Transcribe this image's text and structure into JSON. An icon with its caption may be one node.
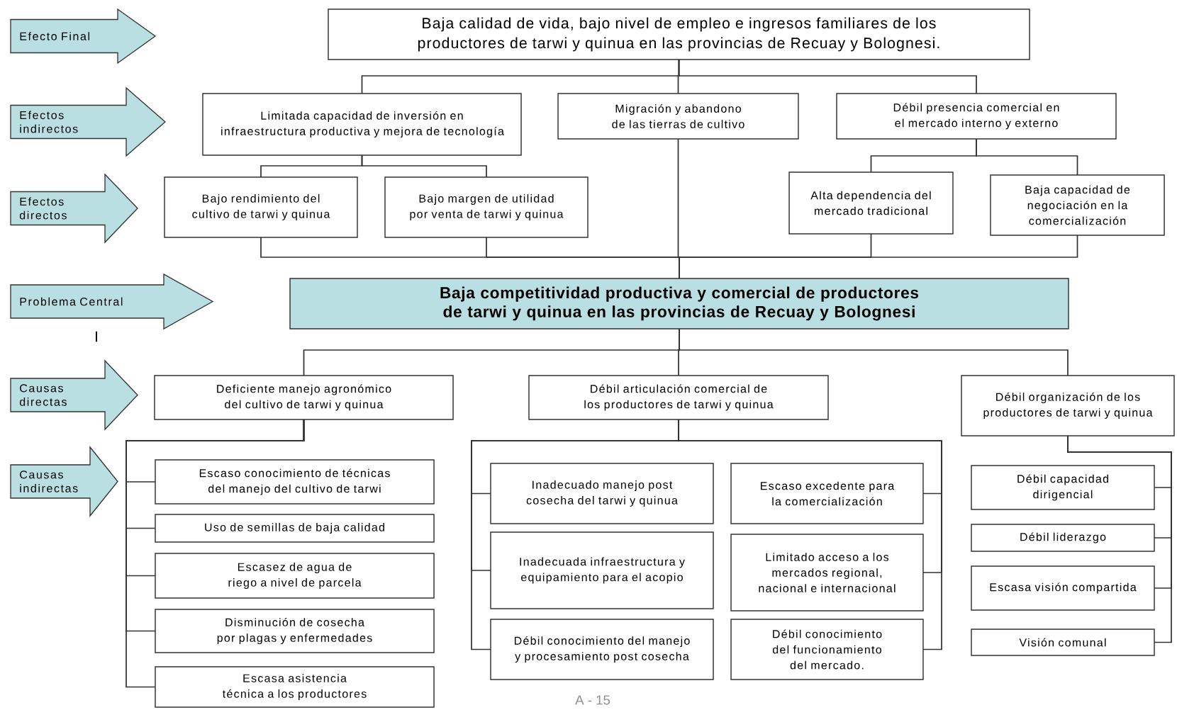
{
  "diagram": {
    "nodes": [
      {
        "text": [
          "Efecto Final"
        ]
      },
      {
        "text": [
          "Efectos indirectos"
        ]
      },
      {
        "text": [
          "Efectos directos"
        ]
      },
      {
        "text": [
          "Problema Central"
        ]
      },
      {
        "text": [
          "Causas directas"
        ]
      },
      {
        "text": [
          "Causas indirectas"
        ]
      },
      {
        "text": [
          "Baja calidad de vida, bajo nivel de empleo e ingresos familiares de los productores de tarwi  y quinua en las provincias de Recuay y Bolognesi."
        ]
      },
      {
        "text": [
          "Limitada capacidad de inversión en infraestructura productiva y mejora de tecnología"
        ]
      },
      {
        "text": [
          "Migración y abandono de las tierras de cultivo"
        ]
      },
      {
        "text": [
          "Débil presencia comercial en el mercado interno y externo"
        ]
      },
      {
        "text": [
          "Bajo rendimiento del cultivo de tarwi y quinua"
        ]
      },
      {
        "text": [
          "Bajo margen de utilidad por venta de tarwi y quinua"
        ]
      },
      {
        "text": [
          "Alta dependencia del mercado tradicional"
        ]
      },
      {
        "text": [
          "Baja capacidad de negociación en la comercialización"
        ]
      },
      {
        "text": [
          "Baja competitividad productiva y comercial de productores de tarwi y quinua en las provincias de Recuay y Bolognesi"
        ]
      },
      {
        "text": [
          "Deficiente  manejo agronómico del cultivo de tarwi y quinua"
        ]
      },
      {
        "text": [
          "Débil articulación  comercial de los productores de tarwi y quinua"
        ]
      },
      {
        "text": [
          "Débil organización de los productores de tarwi y quinua"
        ]
      },
      {
        "text": [
          "Escaso conocimiento de técnicas del manejo del cultivo de tarwi"
        ]
      },
      {
        "text": [
          "Uso de semillas de baja calidad"
        ]
      },
      {
        "text": [
          "Escasez de agua de riego a nivel de parcela"
        ]
      },
      {
        "text": [
          "Disminución de cosecha por plagas y enfermedades"
        ]
      },
      {
        "text": [
          "Escasa asistencia técnica a los productores"
        ]
      },
      {
        "text": [
          "Inadecuado manejo post cosecha del tarwi y quinua"
        ]
      },
      {
        "text": [
          "Inadecuada infraestructura y equipamiento para el acopio"
        ]
      },
      {
        "text": [
          "Débil conocimiento del manejo y procesamiento post cosecha"
        ]
      },
      {
        "text": [
          "Escaso excedente para la comercialización"
        ]
      },
      {
        "text": [
          "Limitado acceso a los mercados regional, nacional e internacional"
        ]
      },
      {
        "text": [
          "Débil conocimiento del funcionamiento del mercado."
        ]
      },
      {
        "text": [
          "Débil capacidad dirigencial"
        ]
      },
      {
        "text": [
          "Débil liderazgo"
        ]
      },
      {
        "text": [
          "Escasa visión compartida"
        ]
      },
      {
        "text": [
          "Visión comunal"
        ]
      }
    ],
    "edges": [
      {
        "from": 6,
        "to": 7,
        "arrow": "none"
      },
      {
        "from": 6,
        "to": 8,
        "arrow": "none"
      },
      {
        "from": 6,
        "to": 9,
        "arrow": "none"
      },
      {
        "from": 7,
        "to": 10,
        "arrow": "none"
      },
      {
        "from": 7,
        "to": 11,
        "arrow": "none"
      },
      {
        "from": 9,
        "to": 12,
        "arrow": "none"
      },
      {
        "from": 9,
        "to": 13,
        "arrow": "none"
      },
      {
        "from": 10,
        "to": 14,
        "arrow": "none"
      },
      {
        "from": 11,
        "to": 14,
        "arrow": "none"
      },
      {
        "from": 8,
        "to": 14,
        "arrow": "none"
      },
      {
        "from": 12,
        "to": 14,
        "arrow": "none"
      },
      {
        "from": 13,
        "to": 14,
        "arrow": "none"
      },
      {
        "from": 14,
        "to": 15,
        "arrow": "none"
      },
      {
        "from": 14,
        "to": 16,
        "arrow": "none"
      },
      {
        "from": 14,
        "to": 17,
        "arrow": "none"
      },
      {
        "from": 15,
        "to": 18,
        "arrow": "none"
      },
      {
        "from": 15,
        "to": 19,
        "arrow": "none"
      },
      {
        "from": 15,
        "to": 20,
        "arrow": "none"
      },
      {
        "from": 15,
        "to": 21,
        "arrow": "none"
      },
      {
        "from": 15,
        "to": 22,
        "arrow": "none"
      },
      {
        "from": 16,
        "to": 23,
        "arrow": "none"
      },
      {
        "from": 16,
        "to": 24,
        "arrow": "none"
      },
      {
        "from": 16,
        "to": 25,
        "arrow": "none"
      },
      {
        "from": 16,
        "to": 26,
        "arrow": "none"
      },
      {
        "from": 16,
        "to": 27,
        "arrow": "none"
      },
      {
        "from": 16,
        "to": 28,
        "arrow": "none"
      },
      {
        "from": 17,
        "to": 29,
        "arrow": "none"
      },
      {
        "from": 17,
        "to": 30,
        "arrow": "none"
      },
      {
        "from": 17,
        "to": 31,
        "arrow": "none"
      },
      {
        "from": 17,
        "to": 32,
        "arrow": "none"
      }
    ],
    "labels": [
      "I",
      "A - 15"
    ]
  }
}
